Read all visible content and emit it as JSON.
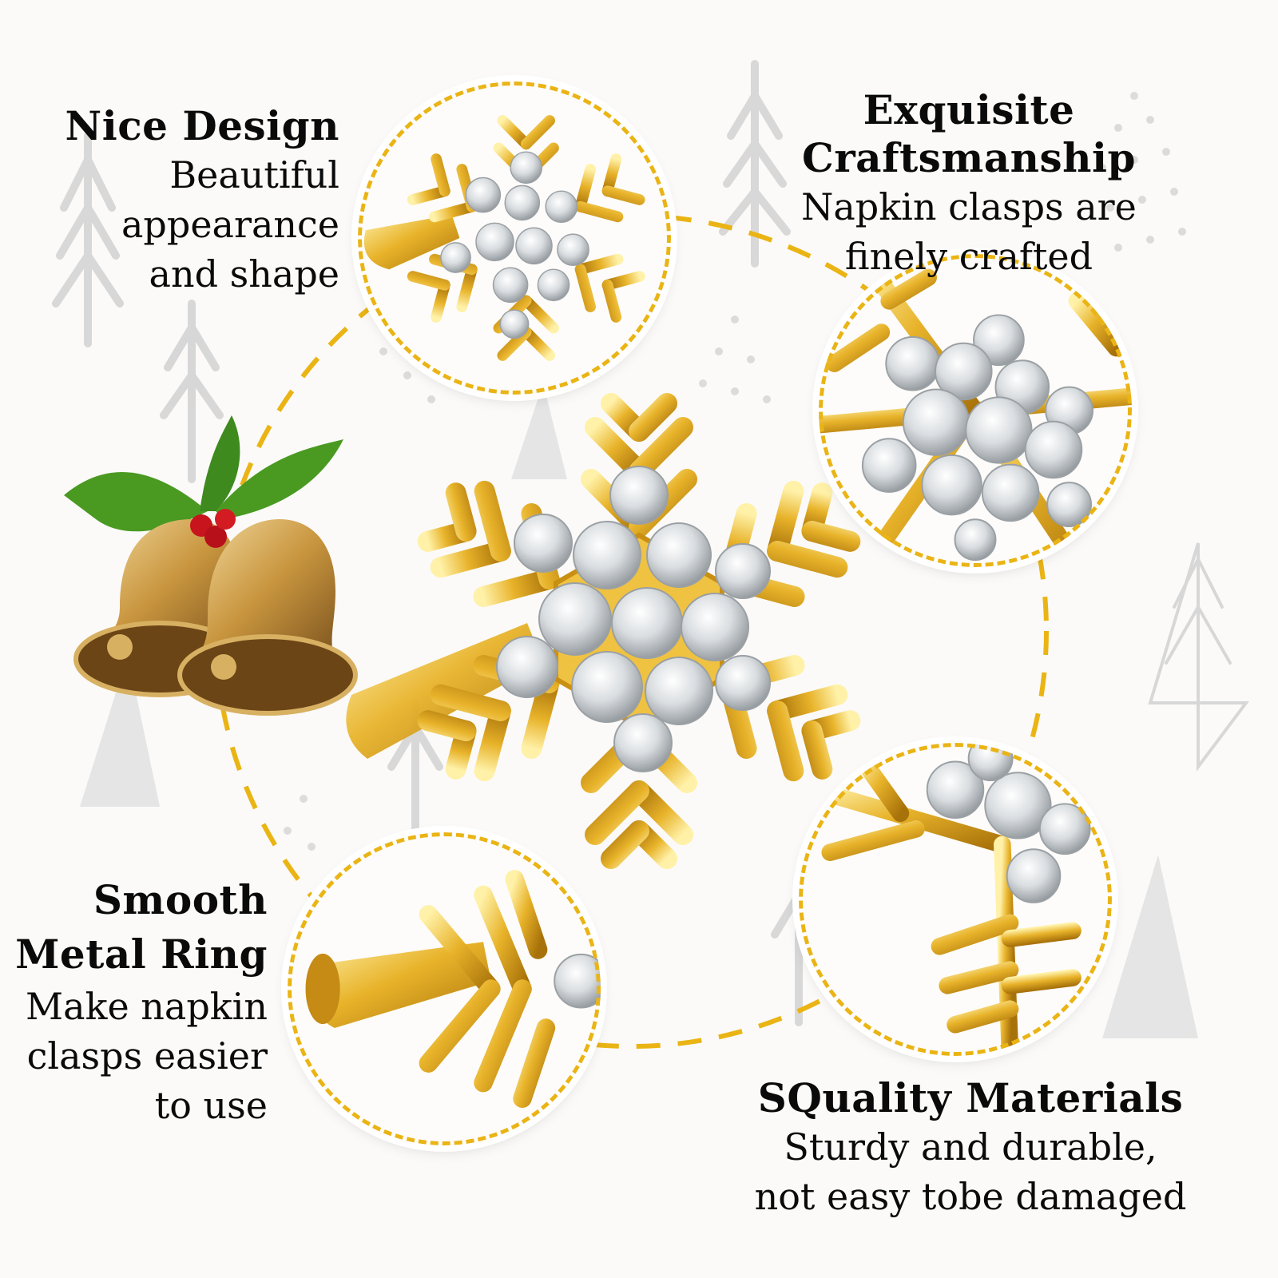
{
  "features": [
    {
      "title": "Nice Design",
      "description": [
        "Beautiful",
        "appearance",
        "and shape"
      ]
    },
    {
      "title": "Exquisite Craftsmanship",
      "description": [
        "Napkin clasps are",
        "finely crafted"
      ]
    },
    {
      "title": [
        "Smooth",
        "Metal Ring"
      ],
      "description": [
        "Make napkin",
        "clasps easier",
        "to use"
      ]
    },
    {
      "title": "SQuality Materials",
      "description": [
        "Sturdy and durable,",
        "not easy tobe damaged"
      ]
    }
  ],
  "colors": {
    "accent_dashed": "#eab414",
    "gold": "#e2a91c",
    "background": "#fbfaf8",
    "text": "#0a0a0a",
    "holly_green": "#3f8a1e",
    "berry_red": "#c8141c"
  },
  "images": {
    "center": "snowflake-napkin-ring",
    "detail_top_left": "snowflake-top-view",
    "detail_top_right": "rhinestone-closeup",
    "detail_bottom_left": "metal-ring-closeup",
    "detail_bottom_right": "rhinestone-branch-closeup",
    "decoration": "christmas-bells-with-holly"
  }
}
